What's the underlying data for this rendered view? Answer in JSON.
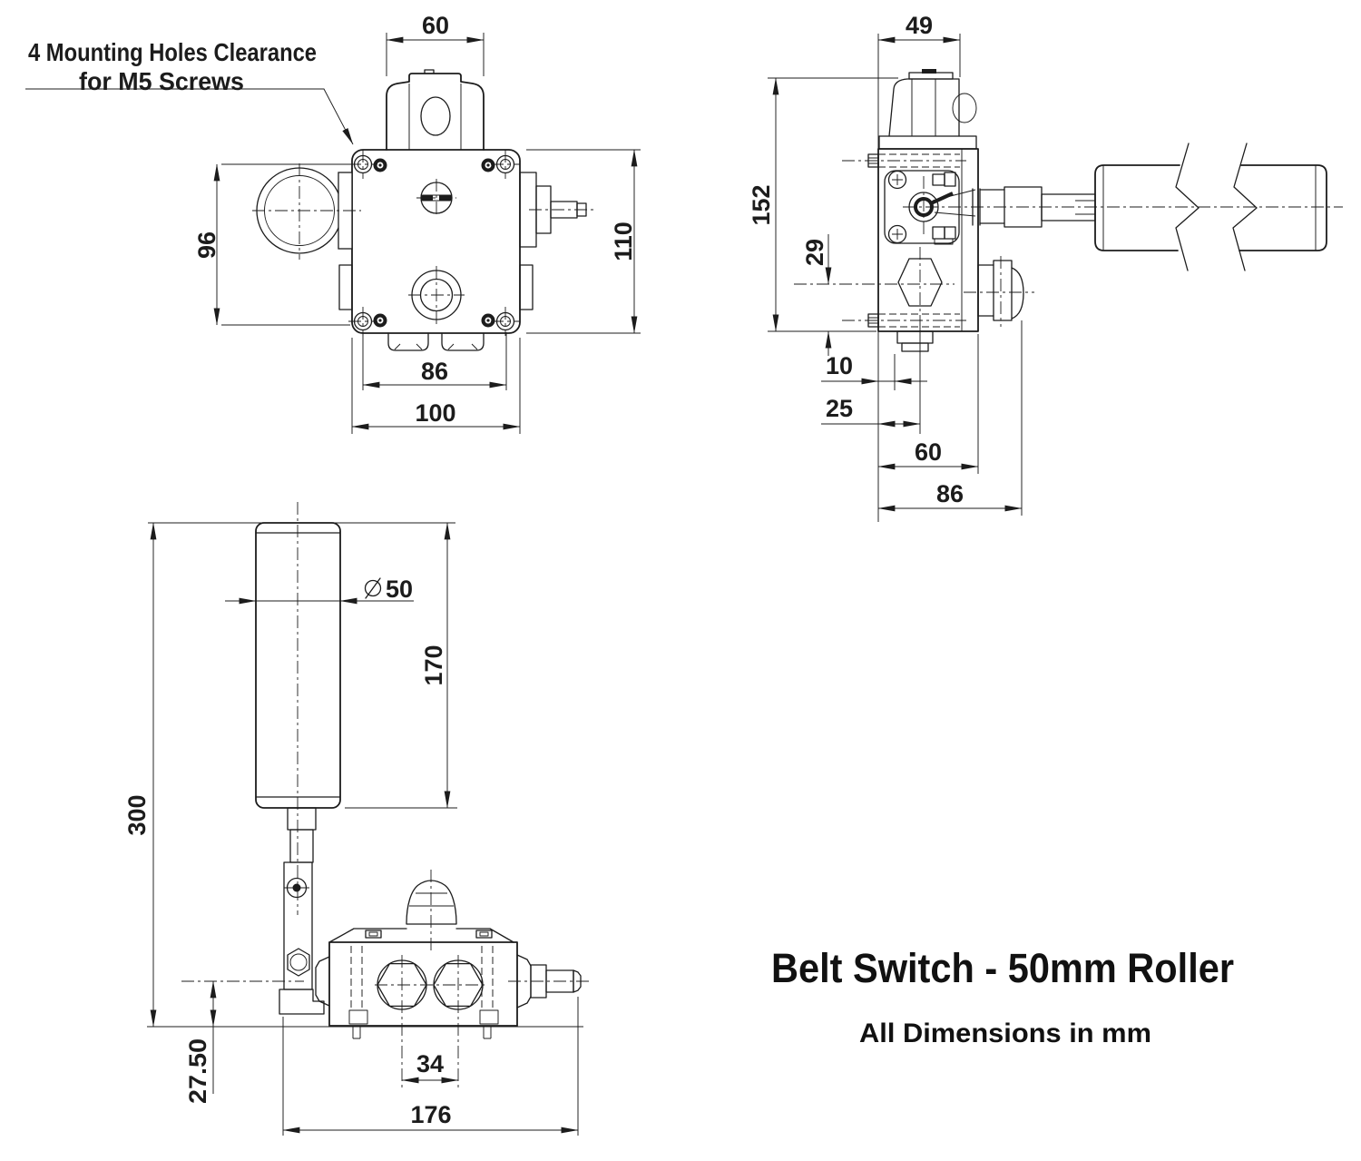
{
  "title_block": {
    "title": "Belt Switch - 50mm Roller",
    "subtitle": "All Dimensions in mm"
  },
  "note": {
    "line1": "4 Mounting Holes Clearance",
    "line2": "for M5 Screws"
  },
  "front_view": {
    "dims": {
      "gland_width": "60",
      "mount_hole_v_spacing": "96",
      "body_height": "110",
      "mount_hole_h_spacing": "86",
      "body_width": "100"
    }
  },
  "side_view": {
    "dims": {
      "body_depth": "49",
      "overall_height": "152",
      "conduit_to_base": "29",
      "gland_center_offset": "10",
      "conduit_center_offset": "25",
      "body_face_depth": "60",
      "button_tip_depth": "86"
    }
  },
  "assembly_view": {
    "dims": {
      "overall_height": "300",
      "roller_diameter": "50",
      "roller_length": "170",
      "pivot_to_belt": "27.50",
      "conduit_spacing": "34",
      "overall_length": "176"
    }
  },
  "colors": {
    "line": "#1c1c1c",
    "background": "#ffffff"
  }
}
